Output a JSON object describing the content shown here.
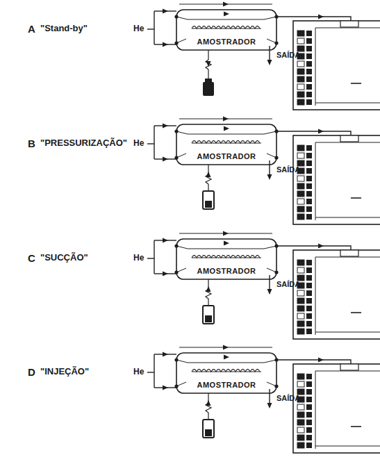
{
  "diagram": {
    "nodes": [
      {
        "text": [
          "AMOSTRADOR"
        ]
      },
      {
        "text": [
          "AMOSTRADOR"
        ]
      },
      {
        "text": [
          "AMOSTRADOR"
        ]
      },
      {
        "text": [
          "AMOSTRADOR"
        ]
      }
    ],
    "labels": [
      "A",
      "\"Stand-by\"",
      "He",
      "SAÍDA",
      "B",
      "\"PRESSURIZAÇÃO\"",
      "He",
      "SAÍDA",
      "C",
      "\"SUCÇÃO\"",
      "He",
      "SAÍDA",
      "D",
      "\"INJEÇÃO\"",
      "He",
      "SAÍDA"
    ]
  }
}
